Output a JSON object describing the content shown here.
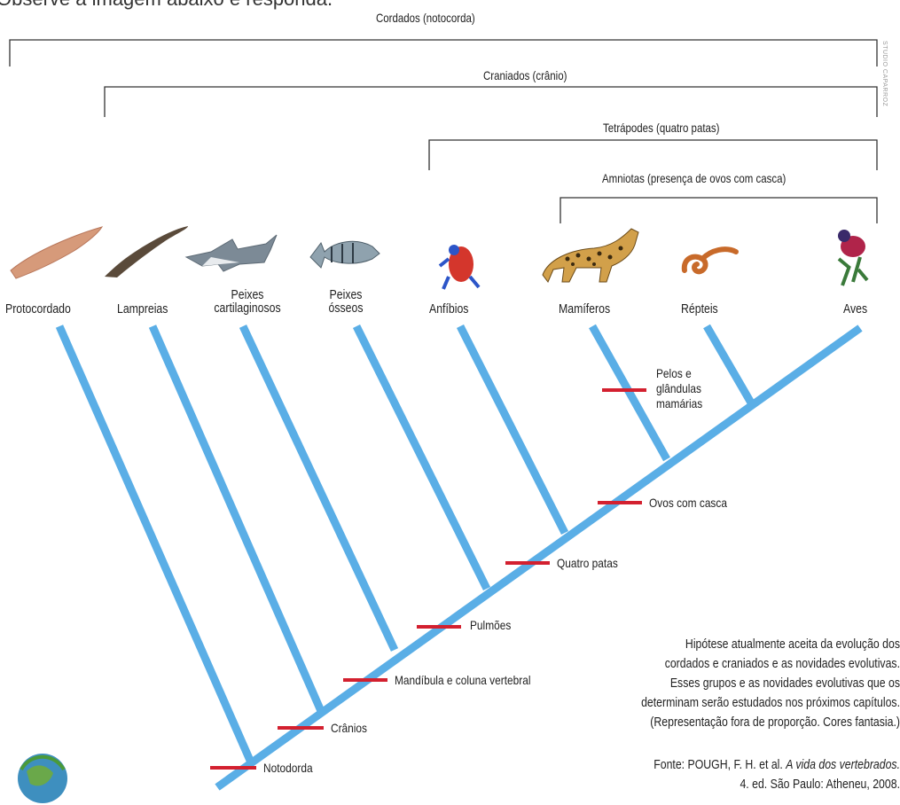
{
  "heading": "Observe a imagem abaixo e responda.",
  "credit": "STUDIO CAPARROZ",
  "clades": {
    "cordados": "Cordados (notocorda)",
    "craniados": "Craniados (crânio)",
    "tetrapodes": "Tetrápodes (quatro patas)",
    "amniotas": "Amniotas (presença de ovos com casca)"
  },
  "taxa": {
    "protocordado": "Protocordado",
    "lampreias": "Lampreias",
    "peixes_cart_1": "Peixes",
    "peixes_cart_2": "cartilaginosos",
    "peixes_osseos_1": "Peixes",
    "peixes_osseos_2": "ósseos",
    "anfibios": "Anfíbios",
    "mamiferos": "Mamíferos",
    "repteis": "Répteis",
    "aves": "Aves"
  },
  "traits": {
    "pelos_1": "Pelos e",
    "pelos_2": "glândulas",
    "pelos_3": "mamárias",
    "ovos": "Ovos com casca",
    "quatro_patas": "Quatro patas",
    "pulmoes": "Pulmões",
    "mandibula": "Mandíbula e coluna vertebral",
    "cranios": "Crânios",
    "notocorda": "Notodorda"
  },
  "caption": [
    "Hipótese atualmente aceita da evolução dos",
    "cordados e craniados e as novidades evolutivas.",
    "Esses grupos e as novidades evolutivas que os",
    "determinam serão estudados nos próximos capítulos.",
    "(Representação fora de proporção. Cores fantasia.)"
  ],
  "source": {
    "prefix": "Fonte: POUGH, F. H. et al.",
    "title": "A vida dos vertebrados.",
    "line2": "4. ed. São Paulo: Atheneu, 2008."
  },
  "colors": {
    "branch": "#5aaee6",
    "trait_mark": "#d3202f",
    "bracket": "#333333"
  }
}
